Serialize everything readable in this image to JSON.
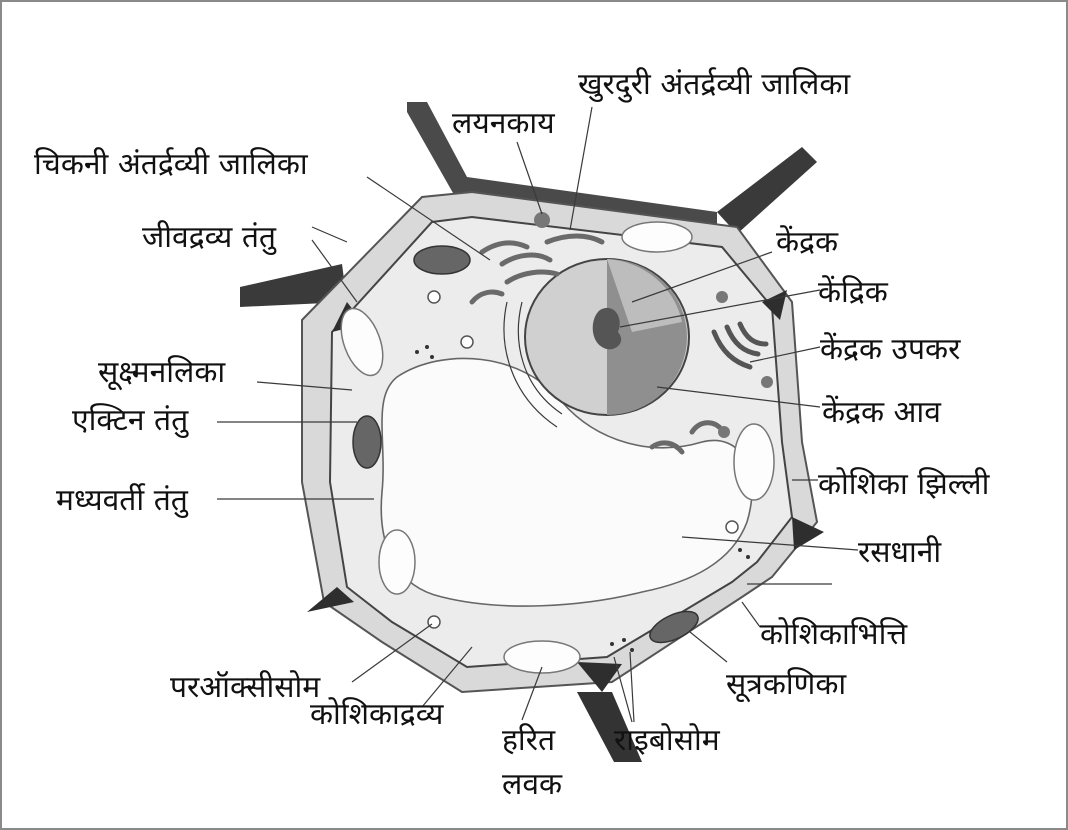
{
  "labels": {
    "rough_er": "खुरदुरी अंतर्द्रव्यी जालिका",
    "lysosome": "लयनकाय",
    "smooth_er": "चिकनी अंतर्द्रव्यी जालिका",
    "protoplasmic_filament": "जीवद्रव्य तंतु",
    "nucleus": "केंद्रक",
    "nucleolus": "केंद्रिक",
    "golgi": "केंद्रक उपकर",
    "microtubule": "सूक्ष्मनलिका",
    "nuclear_envelope": "केंद्रक आव",
    "actin_filament": "एक्टिन तंतु",
    "cell_membrane": "कोशिका झिल्ली",
    "intermediate_filament": "मध्यवर्ती तंतु",
    "vacuole": "रसधानी",
    "cell_wall": "कोशिकाभित्ति",
    "peroxisome": "परऑक्सीसोम",
    "mitochondrion": "सूत्रकणिका",
    "cytoplasm": "कोशिकाद्रव्य",
    "chloroplast_line1": "हरित",
    "chloroplast_line2": "लवक",
    "ribosome": "राइबोसोम"
  },
  "colors": {
    "wall": "#d9d9d9",
    "wall_dark": "#2e2e2e",
    "cytoplasm": "#eeeeee",
    "vacuole": "#fbfbfb",
    "nucleus": "#cfcfcf",
    "nucleus_dark": "#555555",
    "organelle": "#6f6f6f",
    "frame": "#8a8a8a"
  }
}
